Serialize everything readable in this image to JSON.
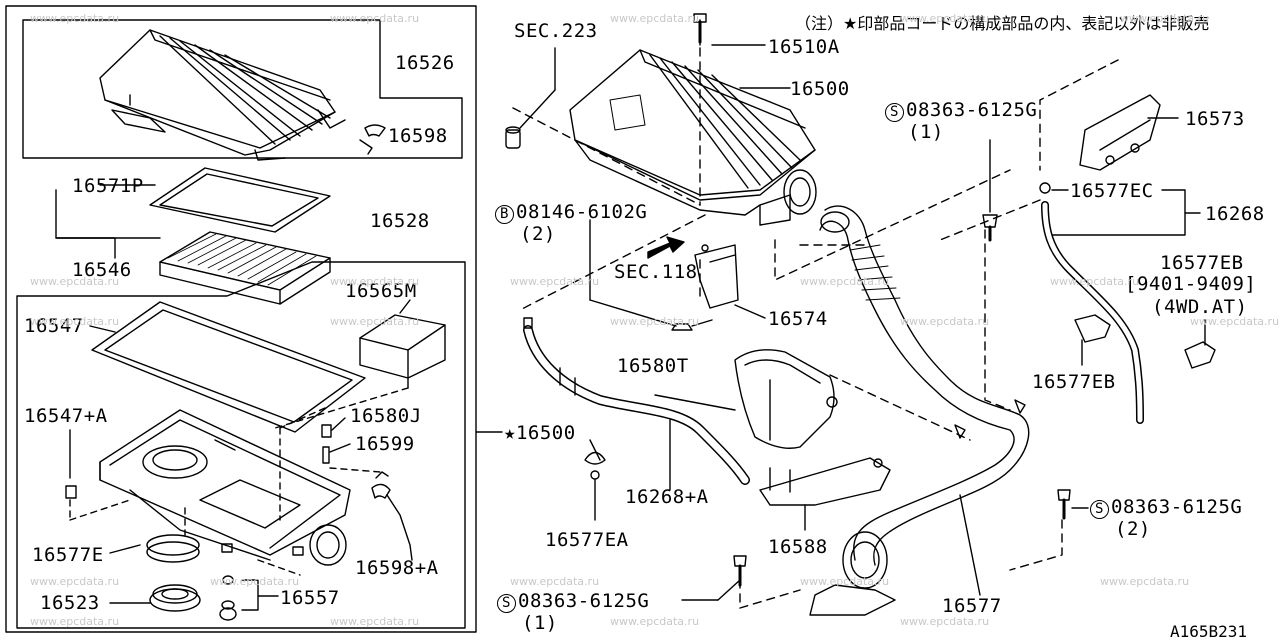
{
  "note": "（注）★印部品コードの構成部品の内、表記以外は非販売",
  "figure_code": "A165B231",
  "watermark": "www.epcdata.ru",
  "labels": {
    "p16526": "16526",
    "p16598": "16598",
    "p16571P": "16571P",
    "p16546": "16546",
    "p16528": "16528",
    "p16565M": "16565M",
    "p16547": "16547",
    "p16580J": "16580J",
    "p16547A": "16547+A",
    "p16599": "16599",
    "p16500star": "★16500",
    "p16577E": "16577E",
    "p16598A": "16598+A",
    "p16523": "16523",
    "p16557": "16557",
    "sec223": "SEC.223",
    "p16510A": "16510A",
    "p16500": "16500",
    "p08146": "08146-6102G",
    "p08146q": "(2)",
    "sec118": "SEC.118",
    "p16574": "16574",
    "p16580T": "16580T",
    "p16268A": "16268+A",
    "p16577EA": "16577EA",
    "p16588": "16588",
    "p08363a": "08363-6125G",
    "p08363aq": "(1)",
    "p08363b": "08363-6125G",
    "p08363bq": "(1)",
    "p08363c": "08363-6125G",
    "p08363cq": "(2)",
    "p16577": "16577",
    "p16573": "16573",
    "p16577EC": "16577EC",
    "p16268": "16268",
    "p16577EB_top": "16577EB",
    "p16577EB_years": "[9401-9409]",
    "p16577EB_cond": "(4WD.AT)",
    "p16577EB": "16577EB"
  },
  "symbols": {
    "s": "S",
    "b": "B"
  }
}
